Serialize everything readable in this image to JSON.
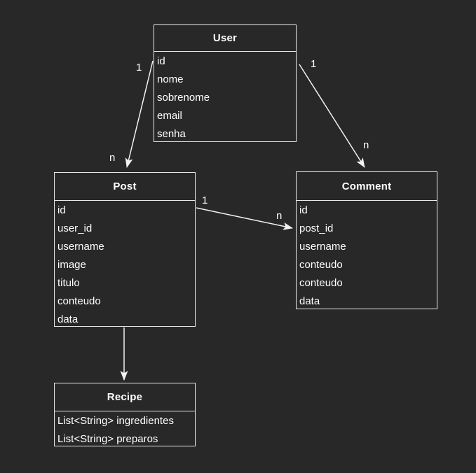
{
  "diagram": {
    "type": "entity-relationship",
    "colors": {
      "background": "#282828",
      "box_border": "#e9e9e9",
      "arrow": "#f2f2f2",
      "text": "#ffffff"
    },
    "entities": [
      {
        "title": "User",
        "fields": [
          "id",
          "nome",
          "sobrenome",
          "email",
          "senha"
        ]
      },
      {
        "title": "Post",
        "fields": [
          "id",
          "user_id",
          "username",
          "image",
          "titulo",
          "conteudo",
          "data"
        ]
      },
      {
        "title": "Comment",
        "fields": [
          "id",
          "post_id",
          "username",
          "conteudo",
          "conteudo",
          "data"
        ]
      },
      {
        "title": "Recipe",
        "fields": [
          "List<String> ingredientes",
          "List<String> preparos"
        ]
      }
    ],
    "relations": [
      {
        "from": "User",
        "to": "Post",
        "from_label": "1",
        "to_label": "n"
      },
      {
        "from": "User",
        "to": "Comment",
        "from_label": "1",
        "to_label": "n"
      },
      {
        "from": "Post",
        "to": "Comment",
        "from_label": "1",
        "to_label": "n"
      },
      {
        "from": "Post",
        "to": "Recipe",
        "from_label": "",
        "to_label": ""
      }
    ]
  }
}
